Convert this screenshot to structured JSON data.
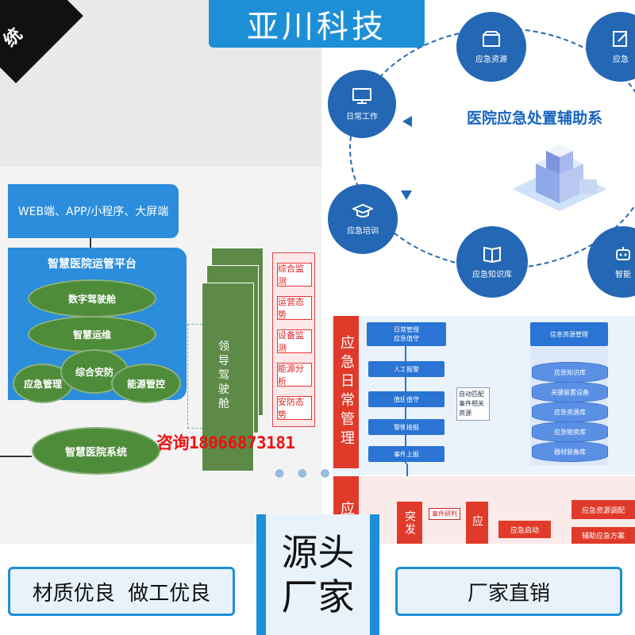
{
  "brand": {
    "name": "亚川科技"
  },
  "corner": {
    "char": "统"
  },
  "left_diagram": {
    "web_bar": "WEB端、APP/小程序、大屏端",
    "platform_title": "智慧医院运管平台",
    "ellipses": [
      "数字驾驶舱",
      "智慧运维",
      "应急管理",
      "综合安防",
      "能源管控"
    ],
    "system": "智慧医院系统",
    "leader": "领导驾驶舱",
    "red_items": [
      "综合监测",
      "运营态势",
      "设备监测",
      "能源分析",
      "安防态势"
    ]
  },
  "consult": "咨询18066873181",
  "right_diagram": {
    "title": "医院应急处置辅助系",
    "circles": [
      {
        "label": "日常工作",
        "icon": "monitor-icon"
      },
      {
        "label": "应急资源",
        "icon": "box-icon"
      },
      {
        "label": "应急",
        "icon": "edit-icon"
      },
      {
        "label": "应急培训",
        "icon": "graduation-cap-icon"
      },
      {
        "label": "应急知识库",
        "icon": "book-icon"
      },
      {
        "label": "智能",
        "icon": "robot-icon"
      }
    ]
  },
  "flow": {
    "side_title": "应急日常管理",
    "side_title2": "应",
    "top_box": [
      "日常管理",
      "应急值守"
    ],
    "steps": [
      "人工报警",
      "值班值守",
      "警情接报",
      "事件上报"
    ],
    "auto_note": "自动匹配事件相关资源",
    "info_header": "信息资源管理",
    "db_items": [
      "应急知识库",
      "关键装置设备",
      "应急资源库",
      "应急物资库",
      "器材装备库"
    ],
    "bottom_labels": {
      "burst": "突发",
      "study": "事件研判",
      "resp": "应",
      "start": "应急启动",
      "match": "应急资源调配",
      "plan": "辅助应急方案"
    }
  },
  "bottom": {
    "left_pill": "材质优良  做工优良",
    "source": [
      "源头",
      "厂家"
    ],
    "right_pill": "厂家直销"
  },
  "colors": {
    "brand_blue": "#1e8fd6",
    "platform_blue": "#2b8ddc",
    "green": "#4f8c3a",
    "red": "#e03a2a",
    "circle_blue": "#2367b5"
  }
}
